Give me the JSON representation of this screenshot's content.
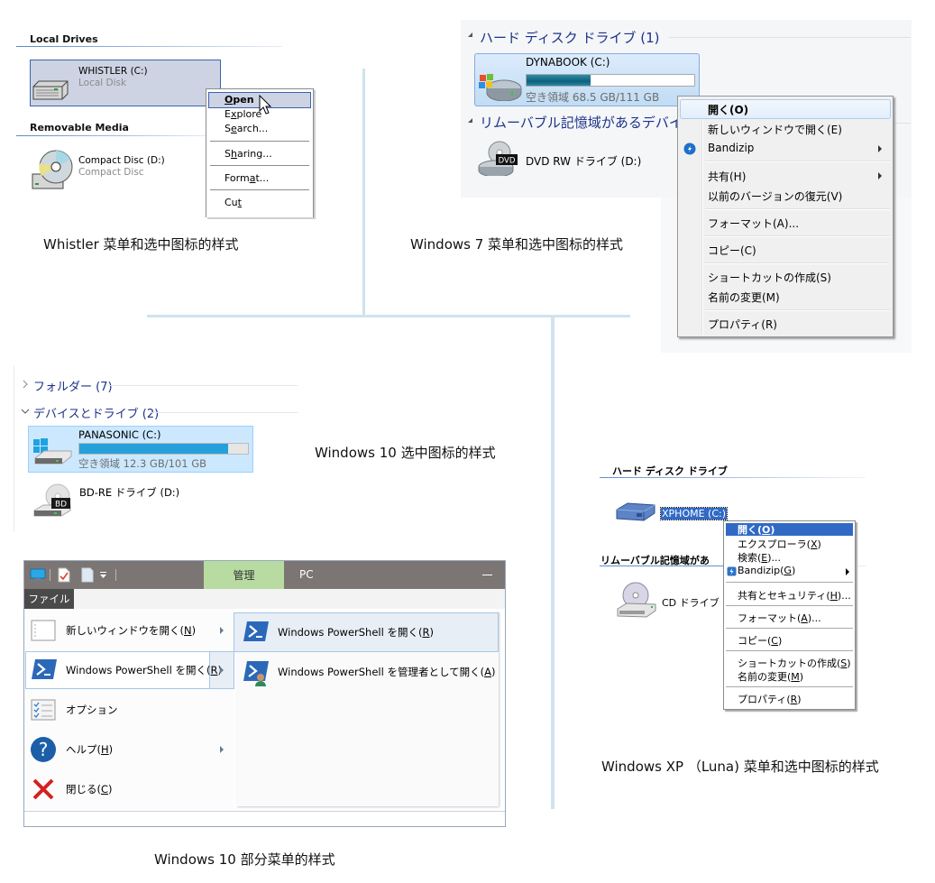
{
  "captions": {
    "whistler": "Whistler 菜单和选中图标的样式",
    "win7": "Windows 7 菜单和选中图标的样式",
    "win10_selected": "Windows 10 选中图标的样式",
    "winxp": "Windows XP （Luna) 菜单和选中图标的样式",
    "win10_menu": "Windows 10 部分菜单的样式"
  },
  "whistler": {
    "groups": [
      "Local Drives",
      "Removable Media"
    ],
    "drives": [
      {
        "name": "WHISTLER (C:)",
        "type": "Local Disk",
        "selected": true
      },
      {
        "name": "Compact Disc (D:)",
        "type": "Compact Disc",
        "selected": false
      }
    ],
    "context_menu": [
      {
        "label": "Open",
        "accel_index": 0,
        "selected": true,
        "bold": true
      },
      {
        "label": "Explore",
        "accel_index": 1
      },
      {
        "label": "Search...",
        "accel_index": 1
      },
      {
        "separator": true
      },
      {
        "label": "Sharing...",
        "accel_index": 1
      },
      {
        "separator": true
      },
      {
        "label": "Format...",
        "accel_index": 4
      },
      {
        "separator": true
      },
      {
        "label": "Cut",
        "accel_index": 2
      }
    ]
  },
  "win7": {
    "groups": [
      "ハード ディスク ドライブ (1)",
      "リムーバブル記憶域があるデバイス"
    ],
    "drives": [
      {
        "name": "DYNABOOK (C:)",
        "free_text": "空き領域 68.5 GB/111 GB",
        "used_percent": 38,
        "selected": true
      },
      {
        "name": "DVD RW ドライブ (D:)",
        "icon_label": "DVD"
      }
    ],
    "context_menu": [
      {
        "label": "開く(O)",
        "bold": true,
        "selected": true
      },
      {
        "label": "新しいウィンドウで開く(E)"
      },
      {
        "label": "Bandizip",
        "submenu": true,
        "icon": "bandizip-icon"
      },
      {
        "separator": true
      },
      {
        "label": "共有(H)",
        "submenu": true
      },
      {
        "label": "以前のバージョンの復元(V)"
      },
      {
        "separator": true
      },
      {
        "label": "フォーマット(A)..."
      },
      {
        "separator": true
      },
      {
        "label": "コピー(C)"
      },
      {
        "separator": true
      },
      {
        "label": "ショートカットの作成(S)"
      },
      {
        "label": "名前の変更(M)"
      },
      {
        "separator": true
      },
      {
        "label": "プロパティ(R)"
      }
    ]
  },
  "win10_explorer": {
    "groups": [
      {
        "label": "フォルダー (7)",
        "expanded": false
      },
      {
        "label": "デバイスとドライブ (2)",
        "expanded": true
      }
    ],
    "drives": [
      {
        "name": "PANASONIC (C:)",
        "free_text": "空き領域 12.3 GB/101 GB",
        "used_percent": 88,
        "selected": true
      },
      {
        "name": "BD-RE ドライブ (D:)",
        "icon_label": "BD"
      }
    ]
  },
  "win10_menu": {
    "ribbon_tabs": {
      "contextual": "管理",
      "title": "PC",
      "file_tab": "ファイル"
    },
    "left_items": [
      {
        "label_pre": "新しいウィンドウを開く(",
        "accel": "N",
        "label_post": ")",
        "submenu": true,
        "icon": "new-window-icon"
      },
      {
        "label_pre": "Windows PowerShell を開く(",
        "accel": "R",
        "label_post": ")",
        "submenu": true,
        "selected": true,
        "icon": "powershell-icon"
      },
      {
        "label_pre": "オプション",
        "accel": "",
        "label_post": "",
        "submenu": false,
        "icon": "options-icon"
      },
      {
        "label_pre": "ヘルプ(",
        "accel": "H",
        "label_post": ")",
        "submenu": true,
        "icon": "help-icon"
      },
      {
        "label_pre": "閉じる(",
        "accel": "C",
        "label_post": ")",
        "submenu": false,
        "icon": "close-icon"
      }
    ],
    "right_items": [
      {
        "label_pre": "Windows PowerShell を開く(",
        "accel": "R",
        "label_post": ")",
        "selected": true,
        "icon": "powershell-icon"
      },
      {
        "label_pre": "Windows PowerShell を管理者として開く(",
        "accel": "A",
        "label_post": ")",
        "icon": "powershell-admin-icon"
      }
    ]
  },
  "winxp": {
    "groups": [
      "ハード ディスク ドライブ",
      "リムーバブル記憶域があるデバイス"
    ],
    "group2_visible": "リムーバブル記憶域があ",
    "drives": [
      {
        "name": "XPHOME (C:)",
        "selected": true
      },
      {
        "name": "CD ドライブ (D:)",
        "visible": "CD ドライブ (D"
      }
    ],
    "context_menu": [
      {
        "label_pre": "開く(",
        "accel": "O",
        "label_post": ")",
        "selected": true,
        "bold": true
      },
      {
        "label_pre": "エクスプローラ(",
        "accel": "X",
        "label_post": ")"
      },
      {
        "label_pre": "検索(",
        "accel": "E",
        "label_post": ")..."
      },
      {
        "label_pre": "Bandizip(",
        "accel": "G",
        "label_post": ")",
        "submenu": true,
        "icon": "bandizip-icon"
      },
      {
        "separator": true
      },
      {
        "label_pre": "共有とセキュリティ(",
        "accel": "H",
        "label_post": ")..."
      },
      {
        "separator": true
      },
      {
        "label_pre": "フォーマット(",
        "accel": "A",
        "label_post": ")..."
      },
      {
        "separator": true
      },
      {
        "label_pre": "コピー(",
        "accel": "C",
        "label_post": ")"
      },
      {
        "separator": true
      },
      {
        "label_pre": "ショートカットの作成(",
        "accel": "S",
        "label_post": ")"
      },
      {
        "label_pre": "名前の変更(",
        "accel": "M",
        "label_post": ")"
      },
      {
        "separator": true
      },
      {
        "label_pre": "プロパティ(",
        "accel": "R",
        "label_post": ")"
      }
    ]
  },
  "colors": {
    "connector": "#cfe3ef",
    "win7_header": "#1e3287",
    "win10_selection": "#cce8ff",
    "win10_bar": "#26a0da",
    "xp_selection": "#316ac5",
    "win10_ribbon_manage": "#b7dba0",
    "win10_titlebar": "#7b7673"
  }
}
